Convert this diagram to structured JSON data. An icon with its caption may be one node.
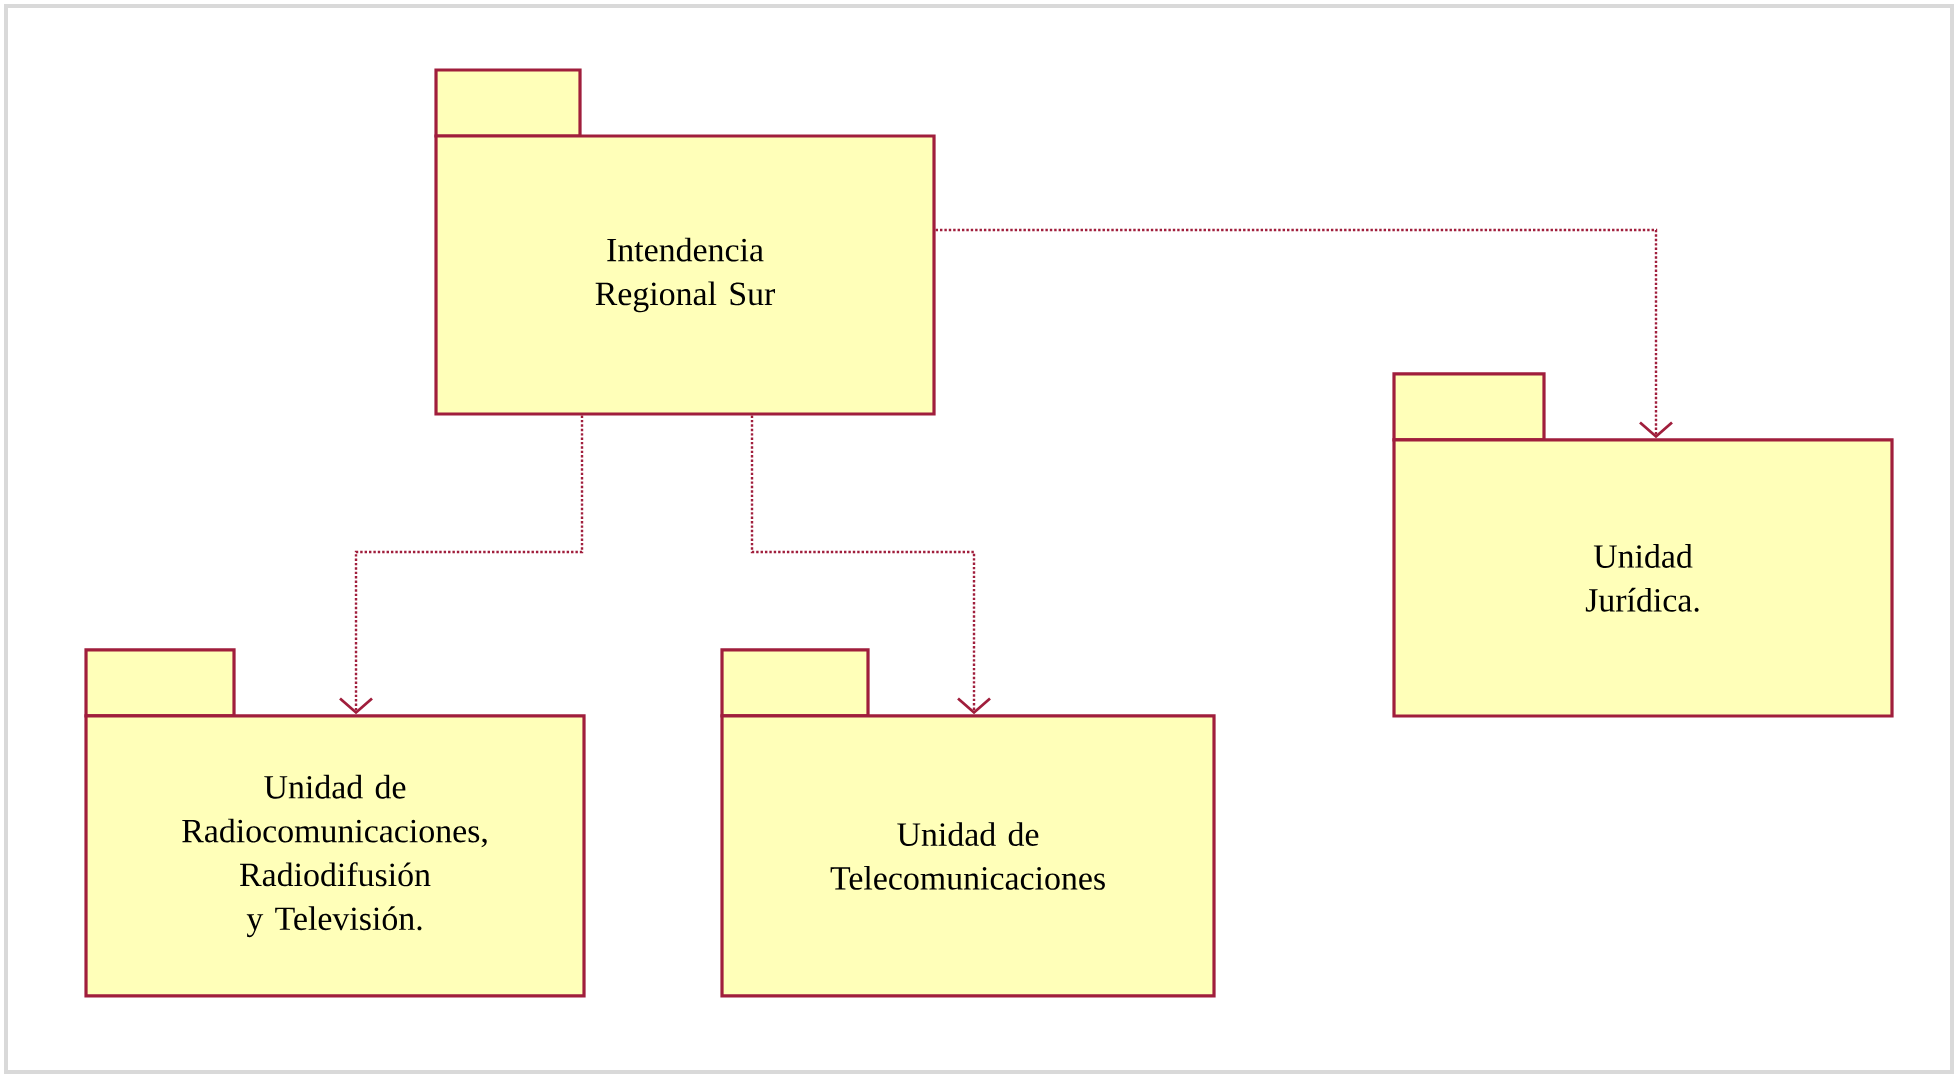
{
  "diagram": {
    "nodes": [
      {
        "text": [
          "Intendencia Regional Sur"
        ]
      },
      {
        "text": [
          "Unidad de Radiocomunicaciones, Radiodifusión y Televisión."
        ]
      },
      {
        "text": [
          "Unidad de Telecomunicaciones"
        ]
      },
      {
        "text": [
          "Unidad Jurídica."
        ]
      }
    ],
    "edges": [
      {
        "from": 0,
        "to": 1,
        "arrow": "to",
        "style": "dashed"
      },
      {
        "from": 0,
        "to": 2,
        "arrow": "to",
        "style": "dashed"
      },
      {
        "from": 0,
        "to": 3,
        "arrow": "to",
        "style": "dashed"
      }
    ]
  }
}
